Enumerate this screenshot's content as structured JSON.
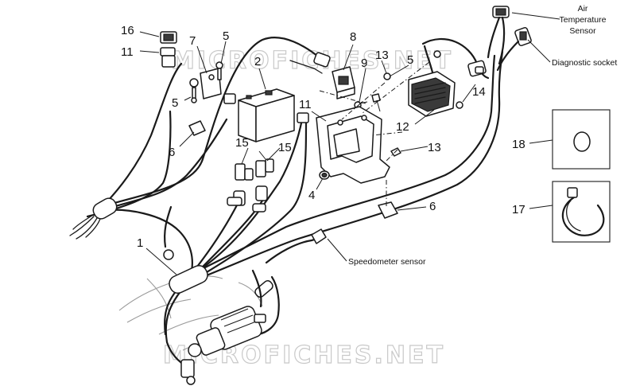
{
  "watermark": "MICROFICHES.NET",
  "part_numbers": {
    "p1": "1",
    "p2": "2",
    "p4": "4",
    "p5a": "5",
    "p5b": "5",
    "p5c": "5",
    "p6a": "6",
    "p6b": "6",
    "p7": "7",
    "p8": "8",
    "p9": "9",
    "p11a": "11",
    "p11b": "11",
    "p12": "12",
    "p13a": "13",
    "p13b": "13",
    "p14": "14",
    "p15a": "15",
    "p15b": "15",
    "p16": "16",
    "p17": "17",
    "p18": "18"
  },
  "labels": {
    "air_temp_line1": "Air",
    "air_temp_line2": "Temperature",
    "air_temp_line3": "Sensor",
    "diagnostic_socket": "Diagnostic socket",
    "speedometer_sensor": "Speedometer sensor"
  }
}
